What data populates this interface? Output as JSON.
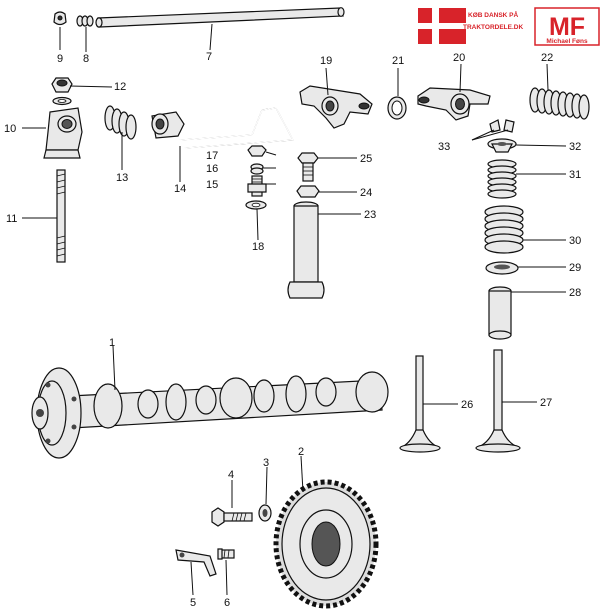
{
  "branding": {
    "flag_text_line1": "KØB DANSK PÅ",
    "flag_text_line2": "TRAKTORDELE.DK",
    "logo_letters": "MF",
    "logo_name": "Michael Føns",
    "flag_color": "#d8232a",
    "logo_color": "#d8232a"
  },
  "parts": {
    "p1": "1",
    "p2": "2",
    "p3": "3",
    "p4": "4",
    "p5": "5",
    "p6": "6",
    "p7": "7",
    "p8": "8",
    "p9": "9",
    "p10": "10",
    "p11": "11",
    "p12": "12",
    "p13": "13",
    "p14": "14",
    "p15": "15",
    "p16": "16",
    "p17": "17",
    "p18": "18",
    "p19": "19",
    "p20": "20",
    "p21": "21",
    "p22": "22",
    "p23": "23",
    "p24": "24",
    "p25": "25",
    "p26": "26",
    "p27": "27",
    "p28": "28",
    "p29": "29",
    "p30": "30",
    "p31": "31",
    "p32": "32",
    "p33": "33"
  }
}
